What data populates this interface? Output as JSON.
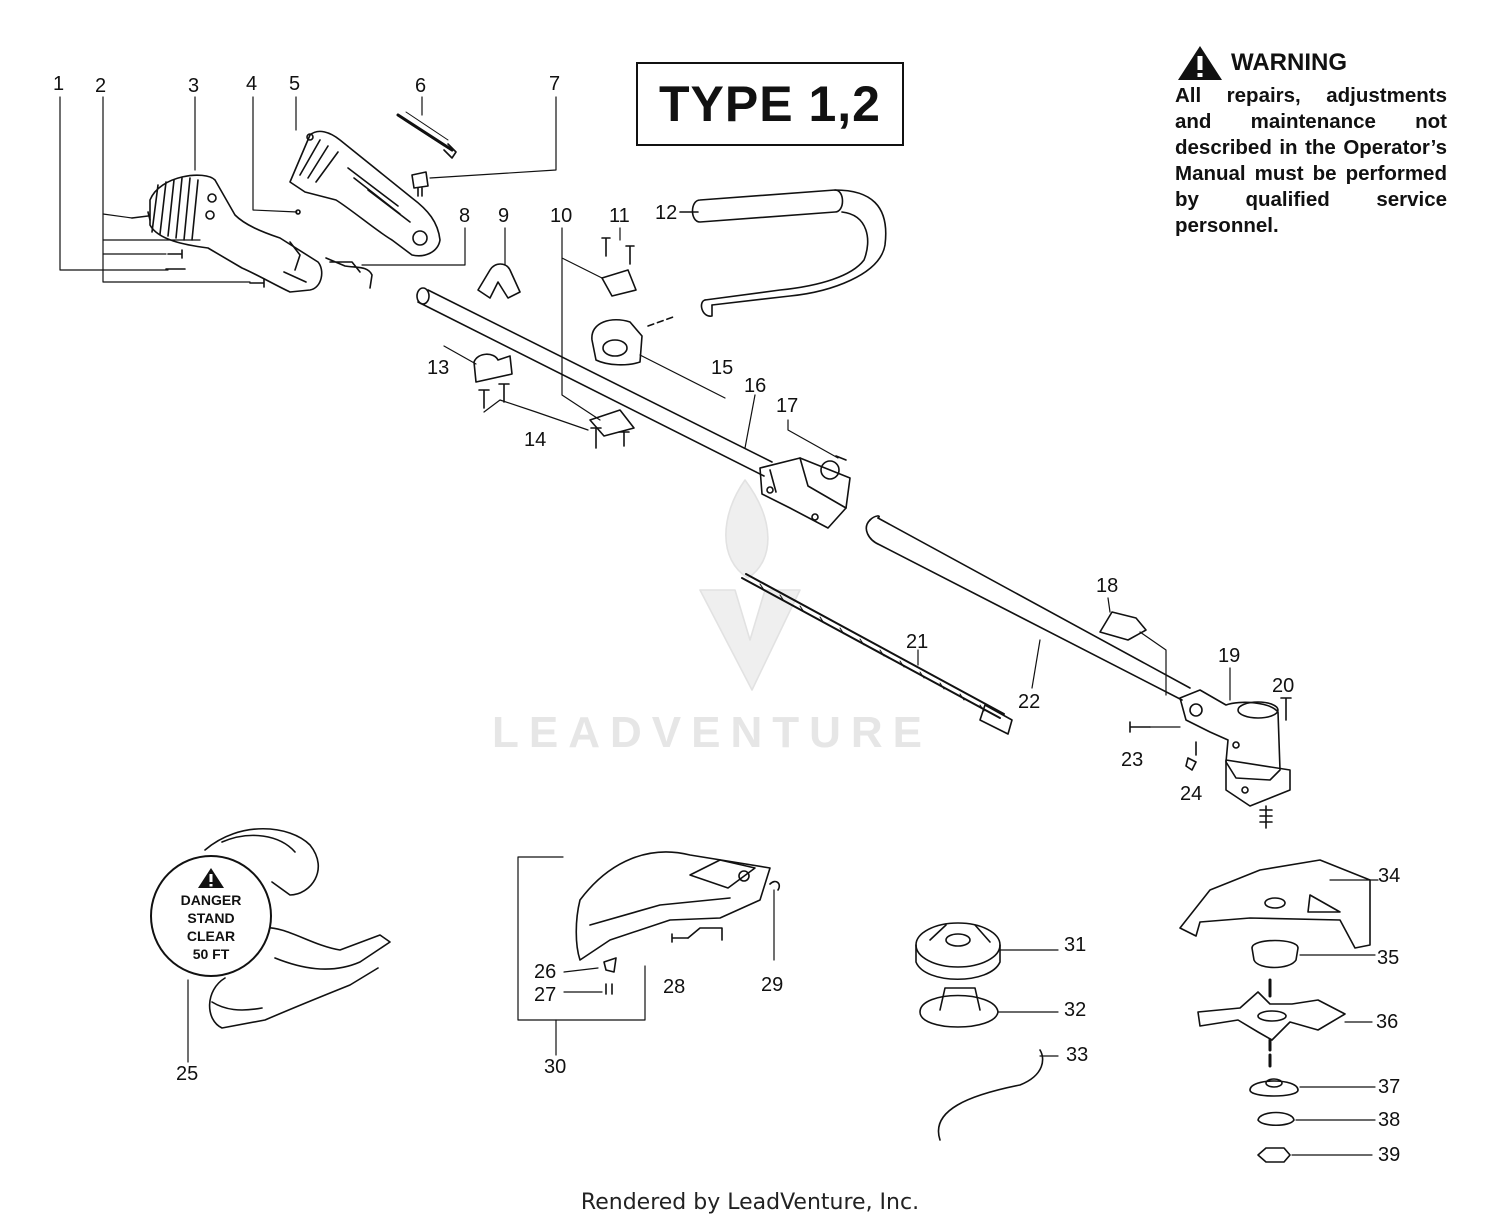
{
  "header": {
    "type_label": "TYPE 1,2"
  },
  "warning": {
    "title": "WARNING",
    "text": "All repairs, adjustments and maintenance not described in the Operator’s Manual must be performed by qualified service personnel."
  },
  "decal": {
    "lines": [
      "DANGER",
      "STAND",
      "CLEAR",
      "50 FT"
    ]
  },
  "watermark": "LEADVENTURE",
  "footer": "Rendered by LeadVenture, Inc.",
  "callouts": [
    "1",
    "2",
    "3",
    "4",
    "5",
    "6",
    "7",
    "8",
    "9",
    "10",
    "11",
    "12",
    "13",
    "14",
    "15",
    "16",
    "17",
    "18",
    "19",
    "20",
    "21",
    "22",
    "23",
    "24",
    "25",
    "26",
    "27",
    "28",
    "29",
    "30",
    "31",
    "32",
    "33",
    "34",
    "35",
    "36",
    "37",
    "38",
    "39"
  ]
}
